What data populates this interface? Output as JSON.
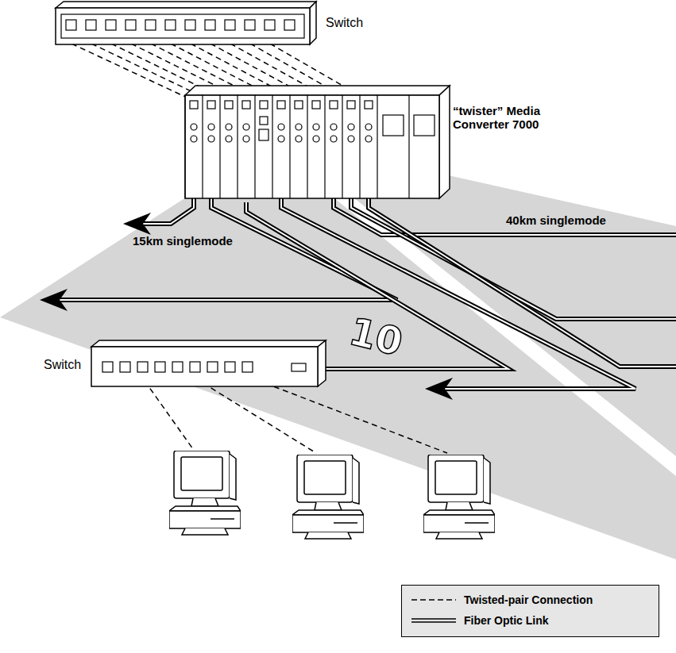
{
  "diagram": {
    "nodes": [
      {
        "text": [
          "Switch"
        ]
      },
      {
        "text": [
          "“twister” Media Converter 7000"
        ]
      },
      {
        "text": [
          "Switch"
        ]
      }
    ],
    "edges": [
      {
        "from": 0,
        "to": 1,
        "arrow": "none"
      },
      {
        "from": 1,
        "to": 2,
        "arrow": "none"
      }
    ],
    "labels": [
      "15km singlemode",
      "40km singlemode",
      "10"
    ],
    "legend": [
      {
        "text": "Twisted-pair Connection"
      },
      {
        "text": "Fiber Optic Link"
      }
    ]
  }
}
